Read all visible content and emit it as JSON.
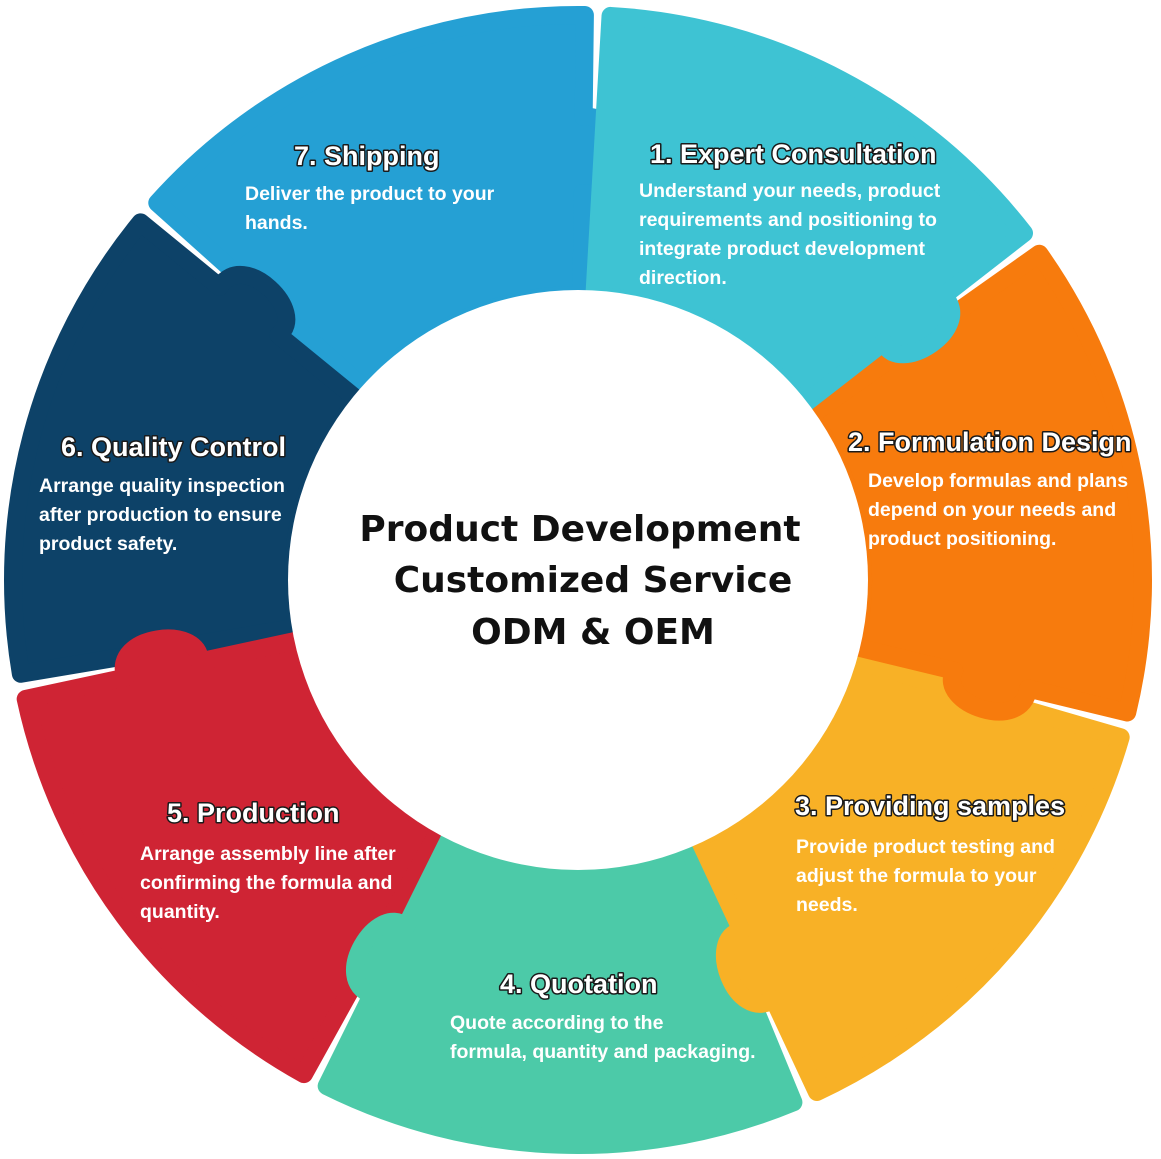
{
  "center": {
    "line1": "Product Development",
    "line2": "Customized Service",
    "line3": "ODM & OEM"
  },
  "steps": [
    {
      "key": "s1",
      "title": "1. Expert Consultation",
      "desc": [
        "Understand your needs, product",
        "requirements and positioning to",
        "integrate product development",
        "direction."
      ],
      "color": "#3ec3d3"
    },
    {
      "key": "s2",
      "title": "2. Formulation Design",
      "desc": [
        "Develop formulas and plans",
        "depend on your needs and",
        "product positioning."
      ],
      "color": "#f77b0d"
    },
    {
      "key": "s3",
      "title": "3. Providing samples",
      "desc": [
        "Provide product testing and",
        "adjust the formula to your",
        "needs."
      ],
      "color": "#f8b126"
    },
    {
      "key": "s4",
      "title": "4. Quotation",
      "desc": [
        "Quote according to the",
        "formula, quantity and packaging."
      ],
      "color": "#4ccaa8"
    },
    {
      "key": "s5",
      "title": "5. Production",
      "desc": [
        "Arrange assembly line after",
        "confirming the formula and",
        "quantity."
      ],
      "color": "#cf2434"
    },
    {
      "key": "s6",
      "title": "6. Quality Control",
      "desc": [
        "Arrange quality inspection",
        "after production to ensure",
        "product safety."
      ],
      "color": "#0d4268"
    },
    {
      "key": "s7",
      "title": "7. Shipping",
      "desc": [
        "Deliver the product to your",
        "hands."
      ],
      "color": "#25a0d4"
    }
  ]
}
